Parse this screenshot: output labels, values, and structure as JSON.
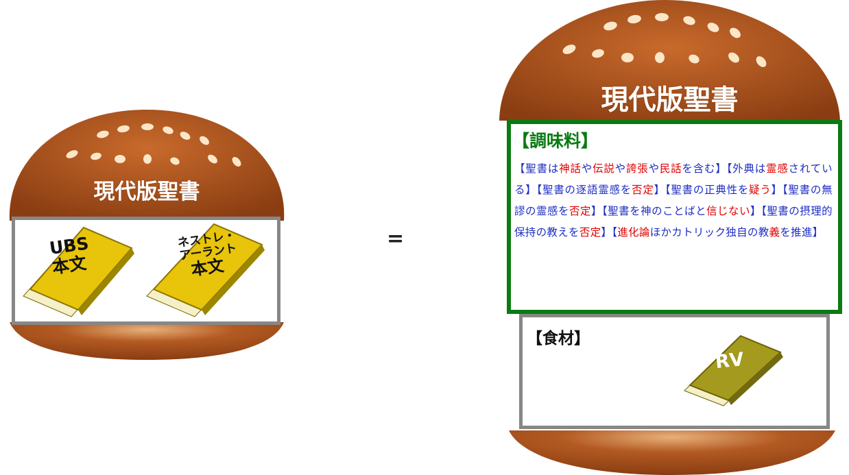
{
  "left_burger": {
    "title": "現代版聖書",
    "book1": {
      "line1": "UBS",
      "line2": "本文"
    },
    "book2": {
      "line1": "ネストレ・",
      "line2": "アーラント",
      "line3": "本文"
    }
  },
  "equals_sign": "=",
  "right_burger": {
    "title": "現代版聖書",
    "seasoning_heading": "【調味料】",
    "seasoning_segments": [
      {
        "t": "【聖書は",
        "c": "b"
      },
      {
        "t": "神話",
        "c": "r"
      },
      {
        "t": "や",
        "c": "b"
      },
      {
        "t": "伝説",
        "c": "r"
      },
      {
        "t": "や",
        "c": "b"
      },
      {
        "t": "誇張",
        "c": "r"
      },
      {
        "t": "や",
        "c": "b"
      },
      {
        "t": "民話",
        "c": "r"
      },
      {
        "t": "を含む】【外典は",
        "c": "b"
      },
      {
        "t": "霊感",
        "c": "r"
      },
      {
        "t": "されている】【聖書の逐語霊感を",
        "c": "b"
      },
      {
        "t": "否定",
        "c": "r"
      },
      {
        "t": "】【聖書の正典性を",
        "c": "b"
      },
      {
        "t": "疑う",
        "c": "r"
      },
      {
        "t": "】【聖書の無謬の霊感を",
        "c": "b"
      },
      {
        "t": "否定",
        "c": "r"
      },
      {
        "t": "】【聖書を神のことばと",
        "c": "b"
      },
      {
        "t": "信じない",
        "c": "r"
      },
      {
        "t": "】【聖書の摂理的保持の教えを",
        "c": "b"
      },
      {
        "t": "否定",
        "c": "r"
      },
      {
        "t": "】【",
        "c": "b"
      },
      {
        "t": "進化論",
        "c": "r"
      },
      {
        "t": "ほかカトリック独自の教",
        "c": "b"
      },
      {
        "t": "義",
        "c": "r"
      },
      {
        "t": "を推進】",
        "c": "b"
      }
    ],
    "ingredient_heading": "【食材】",
    "book_label": "RV"
  },
  "colors": {
    "bun": "#b35a22",
    "bun_dark": "#8a3d12",
    "seed": "#fbe7c8",
    "book_cover_yellow": "#e8c40a",
    "book_cover_olive": "#a49a1e",
    "frame_gray": "#878787",
    "frame_green": "#0a7a12",
    "text_blue": "#1e2ec2",
    "text_red": "#e00000",
    "heading_green": "#0a7a12"
  }
}
